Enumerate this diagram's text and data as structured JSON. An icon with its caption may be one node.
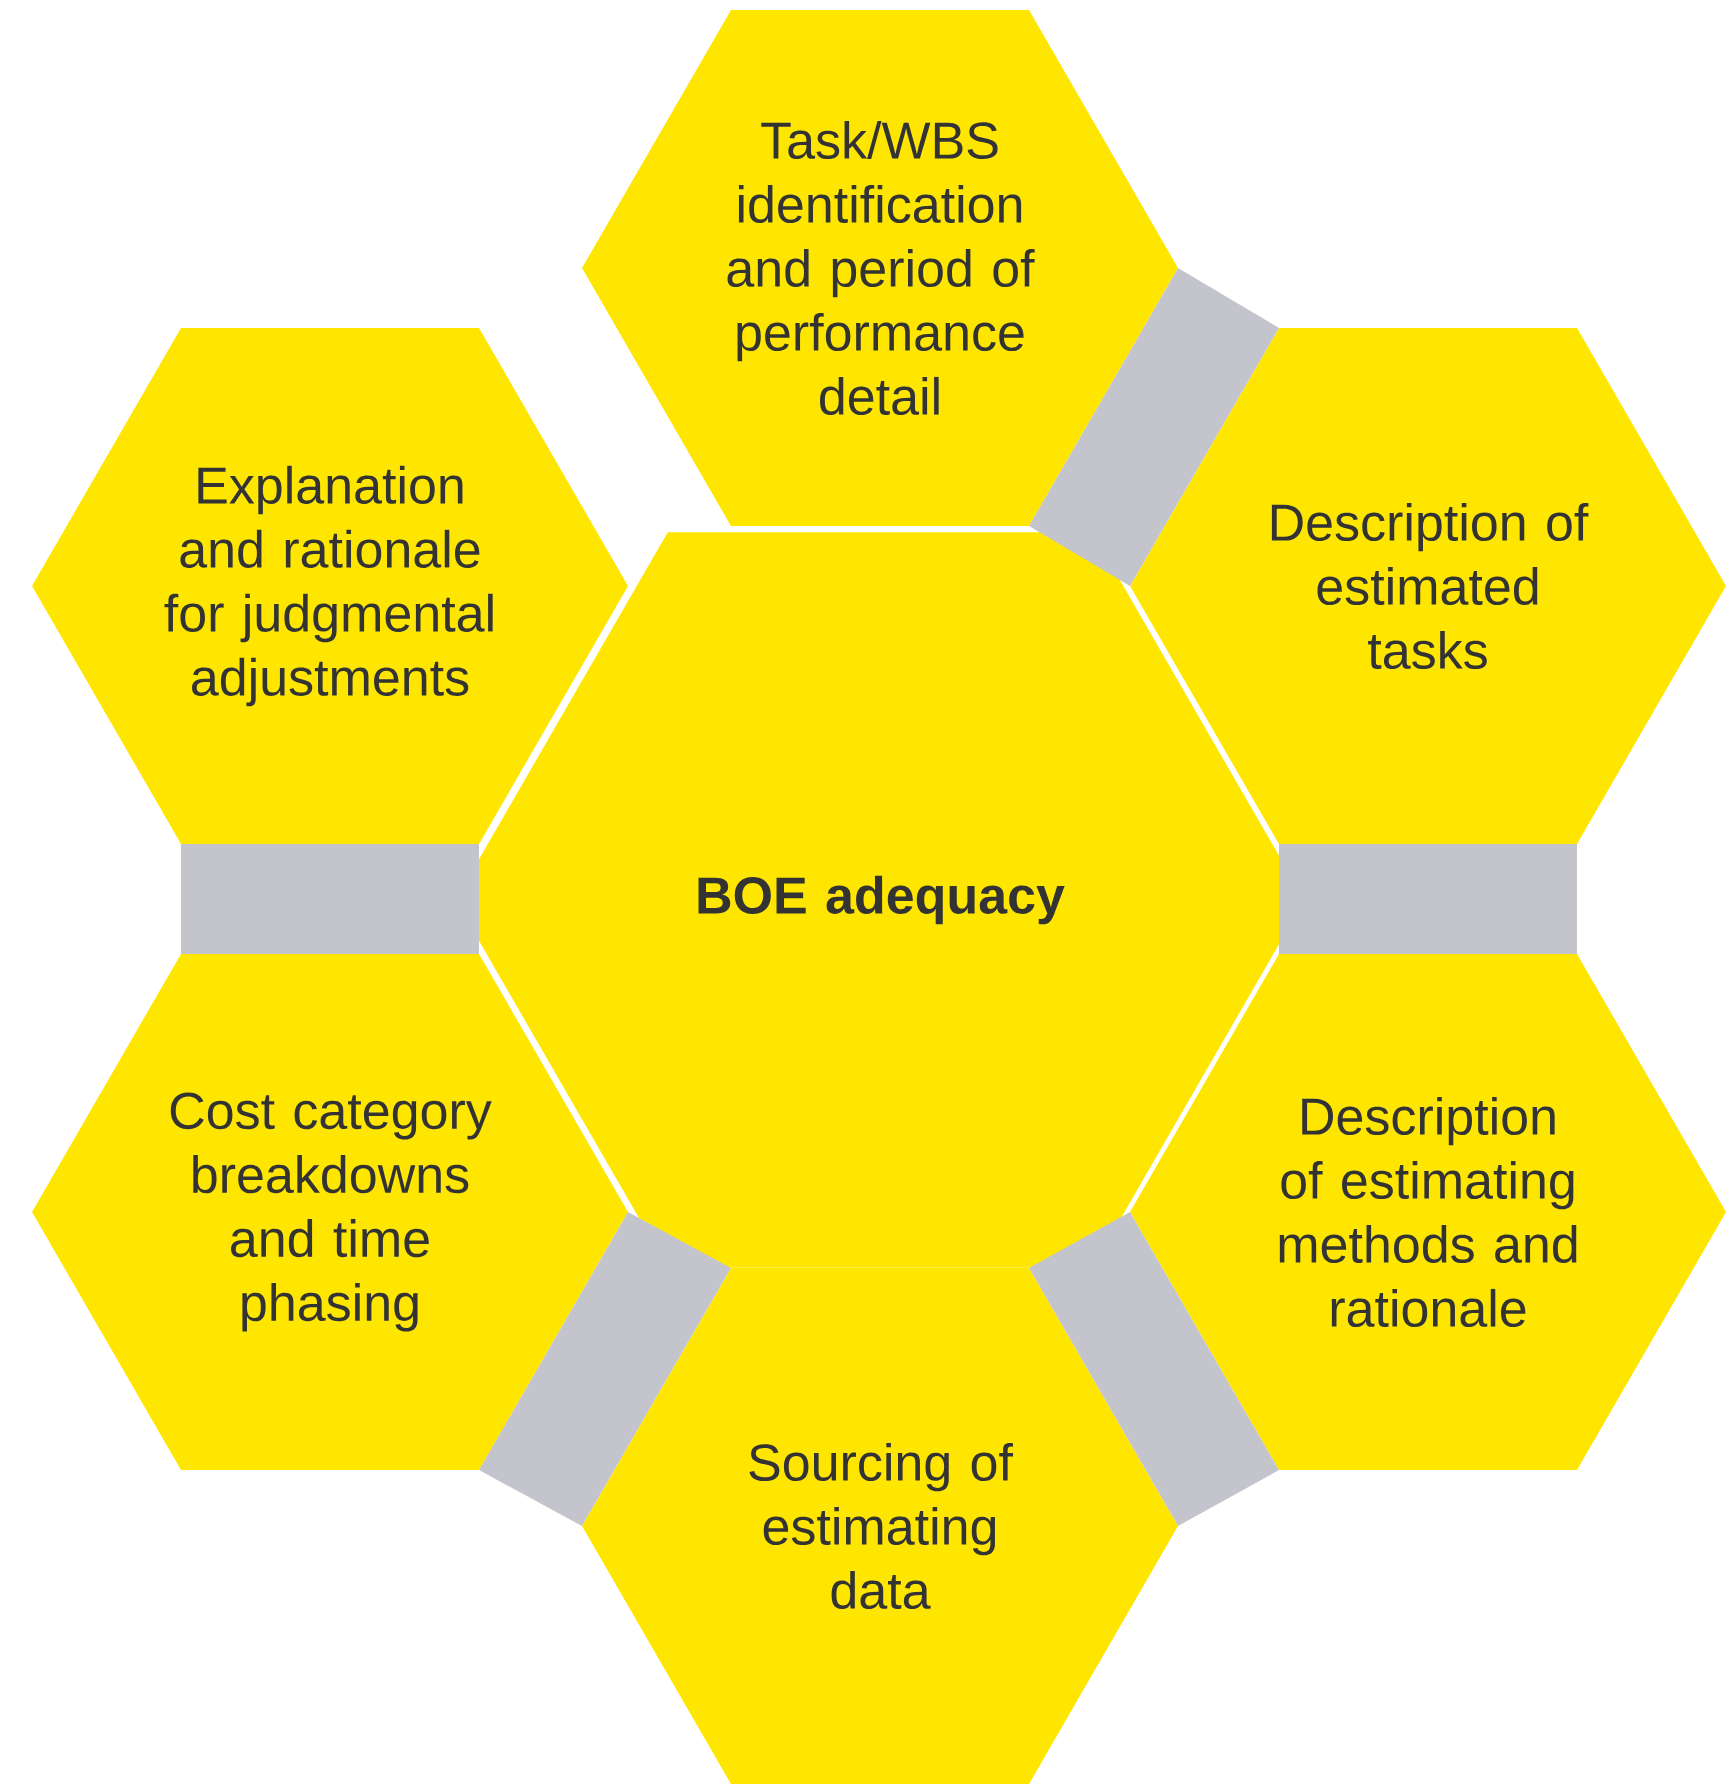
{
  "diagram": {
    "nodes": [
      {
        "text": [
          "Task/WBS identification and period of performance detail"
        ]
      },
      {
        "text": [
          "Explanation and rationale for judgmental adjustments"
        ]
      },
      {
        "text": [
          "Description of estimated tasks"
        ]
      },
      {
        "text": [
          "BOE adequacy"
        ]
      },
      {
        "text": [
          "Cost category breakdowns and time phasing"
        ]
      },
      {
        "text": [
          "Description of estimating methods and rationale"
        ]
      },
      {
        "text": [
          "Sourcing of estimating data"
        ]
      }
    ],
    "edges": [
      {
        "from": 0,
        "to": 2,
        "arrow": "none"
      },
      {
        "from": 2,
        "to": 5,
        "arrow": "none"
      },
      {
        "from": 5,
        "to": 6,
        "arrow": "none"
      },
      {
        "from": 6,
        "to": 4,
        "arrow": "none"
      },
      {
        "from": 4,
        "to": 1,
        "arrow": "none"
      }
    ]
  }
}
